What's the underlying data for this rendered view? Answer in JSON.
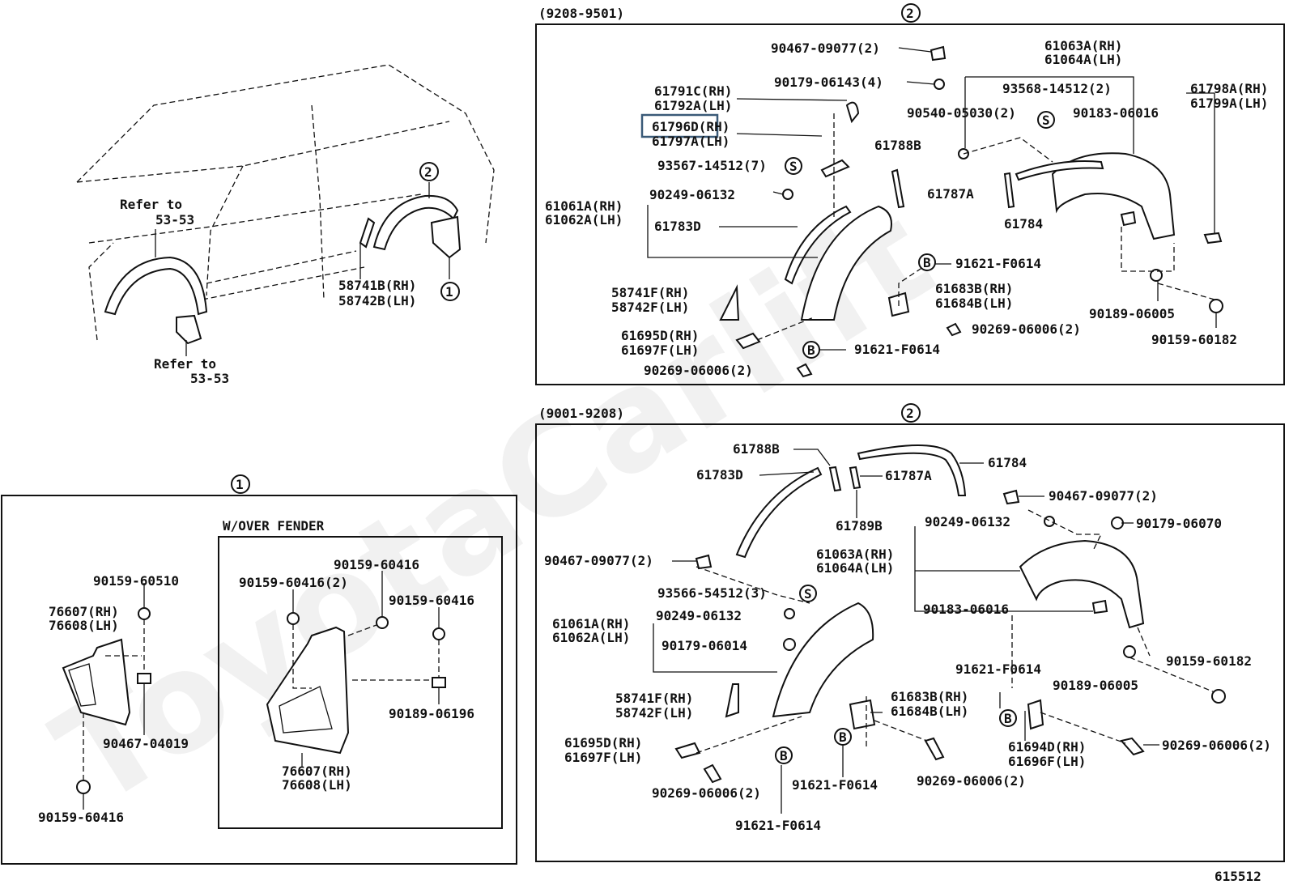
{
  "watermark": "ToyotaCarlift",
  "page_number": "615512",
  "vehicle_view": {
    "refer_label": "Refer to",
    "refer_top": "53-53",
    "refer_bottom": "53-53",
    "callout_1": "1",
    "callout_2": "2",
    "mud_guard_rh": "58741B(RH)",
    "mud_guard_lh": "58742B(LH)"
  },
  "panel_9208": {
    "title": "(9208-9501)",
    "callout": "2",
    "labels": {
      "p90467": "90467-09077(2)",
      "p90179": "90179-06143(4)",
      "p61791": "61791C(RH)",
      "p61792": "61792A(LH)",
      "p61796": "61796D(RH)",
      "p61797": "61797A(LH)",
      "p93567": "93567-14512(7)",
      "p90249": "90249-06132",
      "p61061": "61061A(RH)",
      "p61062": "61062A(LH)",
      "p61783": "61783D",
      "p61788": "61788B",
      "p61787": "61787A",
      "p61784": "61784",
      "p61063": "61063A(RH)",
      "p61064": "61064A(LH)",
      "p93568": "93568-14512(2)",
      "p90540": "90540-05030(2)",
      "p90183": "90183-06016",
      "p61798": "61798A(RH)",
      "p61799": "61799A(LH)",
      "p91621a": "91621-F0614",
      "p58741": "58741F(RH)",
      "p58742": "58742F(LH)",
      "p61683": "61683B(RH)",
      "p61684": "61684B(LH)",
      "p90269a": "90269-06006(2)",
      "p61695": "61695D(RH)",
      "p61697": "61697F(LH)",
      "p91621b": "91621-F0614",
      "p90269b": "90269-06006(2)",
      "p90189": "90189-06005",
      "p90159": "90159-60182",
      "s_mark": "S",
      "b_mark": "B"
    }
  },
  "panel_9001": {
    "title": "(9001-9208)",
    "callout": "2",
    "labels": {
      "p61788": "61788B",
      "p61783": "61783D",
      "p61787": "61787A",
      "p61784": "61784",
      "p90467a": "90467-09077(2)",
      "p61789": "61789B",
      "p90249a": "90249-06132",
      "p90179a": "90179-06070",
      "p61063": "61063A(RH)",
      "p61064": "61064A(LH)",
      "p90467b": "90467-09077(2)",
      "p93566": "93566-54512(3)",
      "p61061": "61061A(RH)",
      "p61062": "61062A(LH)",
      "p90249b": "90249-06132",
      "p90179b": "90179-06014",
      "p90183": "90183-06016",
      "p91621a": "91621-F0614",
      "p90159": "90159-60182",
      "p90189": "90189-06005",
      "p58741": "58741F(RH)",
      "p58742": "58742F(LH)",
      "p61683": "61683B(RH)",
      "p61684": "61684B(LH)",
      "p61694": "61694D(RH)",
      "p61696": "61696F(LH)",
      "p61695": "61695D(RH)",
      "p61697": "61697F(LH)",
      "p90269a": "90269-06006(2)",
      "p90269b": "90269-06006(2)",
      "p90269c": "90269-06006(2)",
      "p91621b": "91621-F0614",
      "p91621c": "91621-F0614",
      "s_mark": "S",
      "b_mark": "B"
    }
  },
  "panel_1": {
    "callout": "1",
    "inner_title": "W/OVER FENDER",
    "labels": {
      "p90159a": "90159-60510",
      "p76607a": "76607(RH)",
      "p76608a": "76608(LH)",
      "p90467": "90467-04019",
      "p90159b": "90159-60416",
      "p90159c": "90159-60416",
      "p90159d": "90159-60416(2)",
      "p90159e": "90159-60416",
      "p90189": "90189-06196",
      "p76607b": "76607(RH)",
      "p76608b": "76608(LH)"
    }
  }
}
